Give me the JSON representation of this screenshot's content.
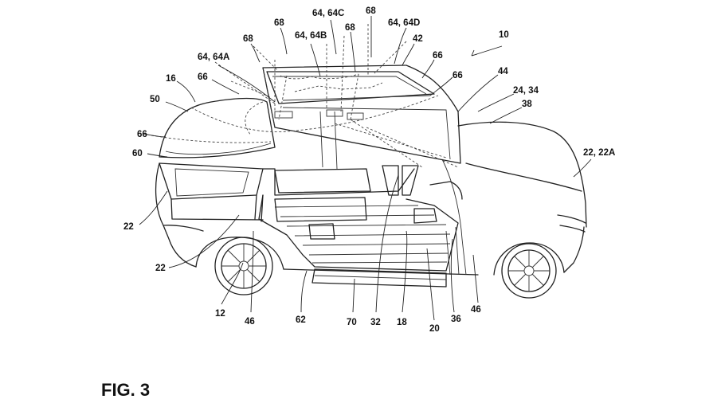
{
  "figure_title": "FIG. 3",
  "labels": [
    "10",
    "16",
    "50",
    "66",
    "60",
    "22",
    "22",
    "64, 64A",
    "66",
    "68",
    "68",
    "64, 64B",
    "64, 64C",
    "68",
    "68",
    "64, 64D",
    "42",
    "66",
    "66",
    "44",
    "24, 34",
    "38",
    "22, 22A",
    "12",
    "46",
    "62",
    "70",
    "32",
    "18",
    "20",
    "36",
    "46"
  ]
}
